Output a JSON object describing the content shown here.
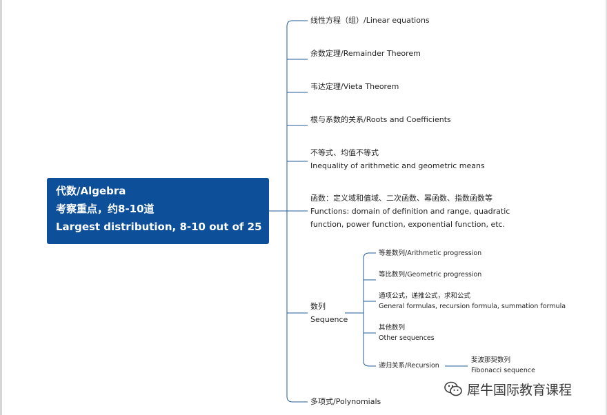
{
  "root": {
    "line1": "代数/Algebra",
    "line2": "考察重点，约8-10道",
    "line3": "Largest distribution, 8-10 out of 25"
  },
  "branches": {
    "linear": "线性方程（组）/Linear equations",
    "remainder": "余数定理/Remainder Theorem",
    "vieta": "韦达定理/Vieta Theorem",
    "roots": "根与系数的关系/Roots and Coefficients",
    "inequality_cn": "不等式、均值不等式",
    "inequality_en": "Inequality of arithmetic and geometric means",
    "functions_l1": "函数：定义域和值域、二次函数、幂函数、指数函数等",
    "functions_l2": "Functions: domain of definition and range, quadratic",
    "functions_l3": "function, power function, exponential function, etc.",
    "sequence_cn": "数列",
    "sequence_en": "Sequence",
    "polynomials": "多项式/Polynomials"
  },
  "sequence_children": {
    "arithmetic": "等差数列/Arithmetic progression",
    "geometric": "等比数列/Geometric progression",
    "general_cn": "通项公式，递推公式，求和公式",
    "general_en": "General formulas, recursion formula, summation formula",
    "other_cn": "其他数列",
    "other_en": "Other sequences",
    "recursion": "递归关系/Recursion"
  },
  "recursion_children": {
    "fibonacci_cn": "斐波那契数列",
    "fibonacci_en": "Fibonacci sequence"
  },
  "watermark": {
    "text": "犀牛国际教育课程",
    "icon": "wechat-icon"
  },
  "colors": {
    "root_fill": "#0d4f99",
    "connector": "#1f5a99"
  }
}
